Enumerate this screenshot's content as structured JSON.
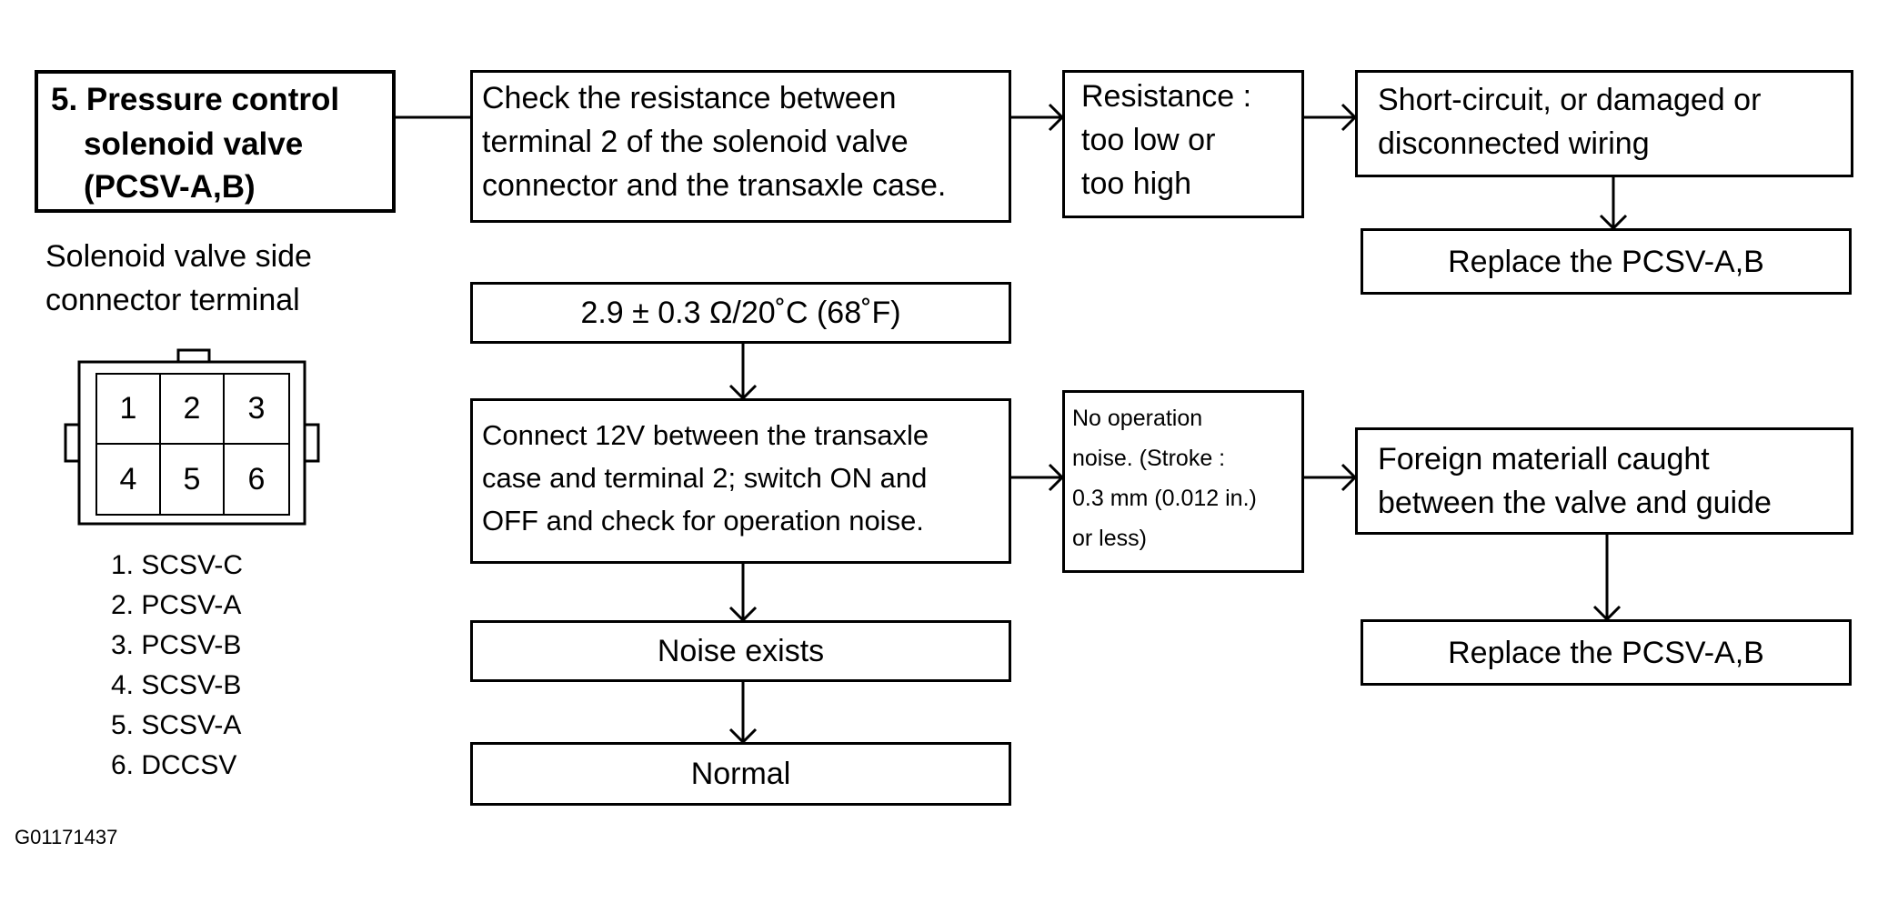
{
  "component": {
    "title_lines": [
      "5. Pressure control",
      "solenoid valve",
      "(PCSV-A,B)"
    ],
    "caption_lines": [
      "Solenoid valve side",
      "connector terminal"
    ]
  },
  "connector": {
    "pins": [
      "1",
      "2",
      "3",
      "4",
      "5",
      "6"
    ],
    "legend": [
      "1. SCSV-C",
      "2. PCSV-A",
      "3. PCSV-B",
      "4. SCSV-B",
      "5. SCSV-A",
      "6. DCCSV"
    ]
  },
  "figure_code": "G01171437",
  "steps": {
    "check_resistance": [
      "Check the resistance between",
      "terminal 2 of the solenoid valve",
      "connector and the transaxle case."
    ],
    "resistance_fault": [
      "Resistance :",
      "too low or",
      "too high"
    ],
    "wiring_fault": [
      "Short-circuit, or damaged or",
      "disconnected wiring"
    ],
    "replace_1": "Replace the PCSV-A,B",
    "spec": "2.9 ± 0.3 Ω/20˚C (68˚F)",
    "connect_12v": [
      "Connect 12V between the transaxle",
      "case and terminal 2; switch ON and",
      "OFF and check for operation noise."
    ],
    "no_noise": [
      "No operation",
      "noise. (Stroke :",
      "0.3 mm (0.012 in.)",
      "or less)"
    ],
    "foreign_material": [
      "Foreign materiall caught",
      "between the valve and guide"
    ],
    "replace_2": "Replace the PCSV-A,B",
    "noise_exists": "Noise exists",
    "normal": "Normal"
  }
}
